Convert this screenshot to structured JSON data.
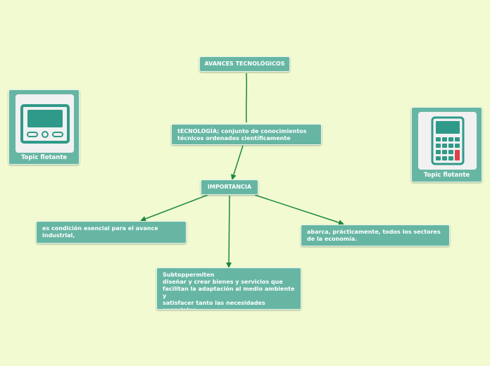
{
  "colors": {
    "background": "#f2fad2",
    "node_fill": "#66b6a3",
    "connector": "#1a8a3c",
    "icon_dark": "#2f9a89",
    "icon_red": "#e0404a"
  },
  "nodes": {
    "root": "AVANCES TECNOLÓGICOS",
    "tecnologia": "tECNOLOGÍA; conjunto de conocimientos\ntécnicos ordenados científicamente",
    "importancia": "IMPORTANCIA",
    "condicion": "es condición esencial para el avance\nindustrial,",
    "abarca": "abarca, prácticamente, todos los sectores\nde la economía.",
    "subtopic": "Subtoppermiten\ndiseñar y crear bienes y servicios que\nfacilitan la adaptación al medio ambiente y\nsatisfacer tanto las necesidades esenciales\ncomo los deseos de las personas.ic"
  },
  "floating_topics": {
    "left": {
      "label": "Topic flotante",
      "icon": "tablet-device-icon"
    },
    "right": {
      "label": "Topic flotante",
      "icon": "calculator-icon"
    }
  }
}
